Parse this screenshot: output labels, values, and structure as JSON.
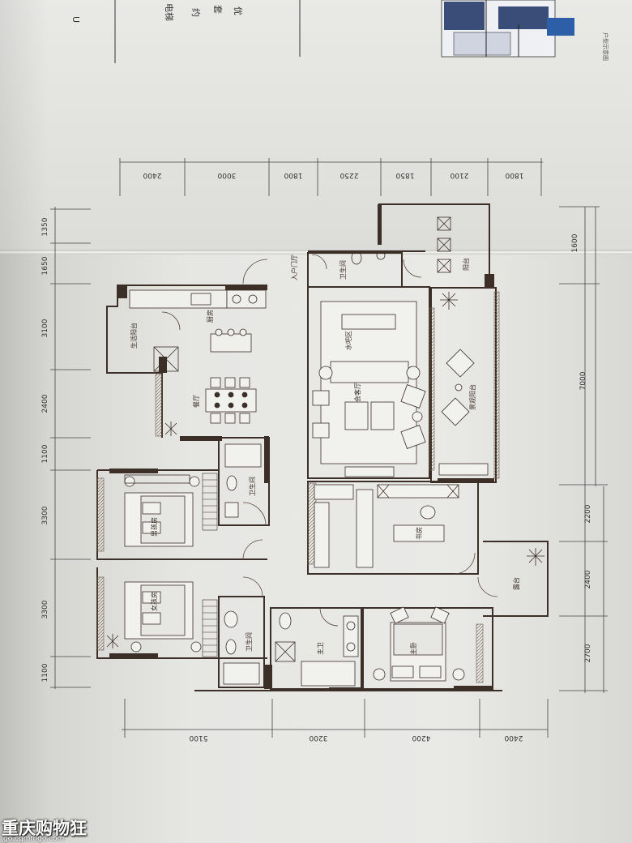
{
  "page_top_fragments": [
    "U",
    "电梯",
    "约",
    "套",
    "优"
  ],
  "corner_caption": "户型示意图",
  "dims_top": [
    "2400",
    "3000",
    "1800",
    "2250",
    "1850",
    "2100",
    "1800"
  ],
  "dims_left": [
    "1350",
    "1650",
    "3100",
    "2400",
    "1100",
    "3300",
    "3300",
    "1100"
  ],
  "dims_right": [
    "1600",
    "7000",
    "2200",
    "2400",
    "2700"
  ],
  "dims_bottom": [
    "5100",
    "3200",
    "4200",
    "2400"
  ],
  "rooms": {
    "entry_hall": "入户门厅",
    "top_bath": "卫生间",
    "top_balcony": "阳台",
    "utility_balcony": "生活阳台",
    "kitchen": "厨房",
    "dining": "餐厅",
    "water_bar": "水吧区",
    "living": "会客厅",
    "scenic_balcony": "景观阳台",
    "bath_mid": "卫生间",
    "boys_room": "男孩房",
    "study": "书房",
    "terrace": "露台",
    "girls_room": "女孩房",
    "bath_low": "卫生间",
    "master_bath": "主卫",
    "master_bedroom": "主卧"
  },
  "watermark": {
    "text": "重庆购物狂",
    "url": "go.cqmmgo.com"
  }
}
